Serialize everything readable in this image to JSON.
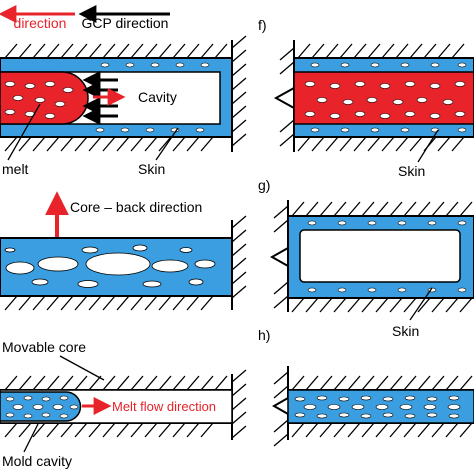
{
  "figure": {
    "top_left": {
      "legend_melt_direction": "direction",
      "legend_gcp_direction": "GCP direction",
      "label_cavity": "Cavity",
      "label_melt": "melt",
      "label_skin": "Skin"
    },
    "panel_f": {
      "letter": "f)",
      "label_skin": "Skin"
    },
    "mid_left": {
      "label_core_back": "Core – back direction"
    },
    "panel_g": {
      "letter": "g)",
      "label_skin": "Skin"
    },
    "bottom_left": {
      "label_movable_core": "Movable core",
      "label_melt_flow": "Melt flow direction",
      "label_mold_cavity": "Mold cavity"
    },
    "panel_h": {
      "letter": "h)"
    }
  },
  "colors": {
    "skin_blue": "#3a9ee0",
    "melt_red": "#e8232a",
    "outline": "#000000",
    "background": "#ffffff",
    "bubble": "#ffffff"
  }
}
